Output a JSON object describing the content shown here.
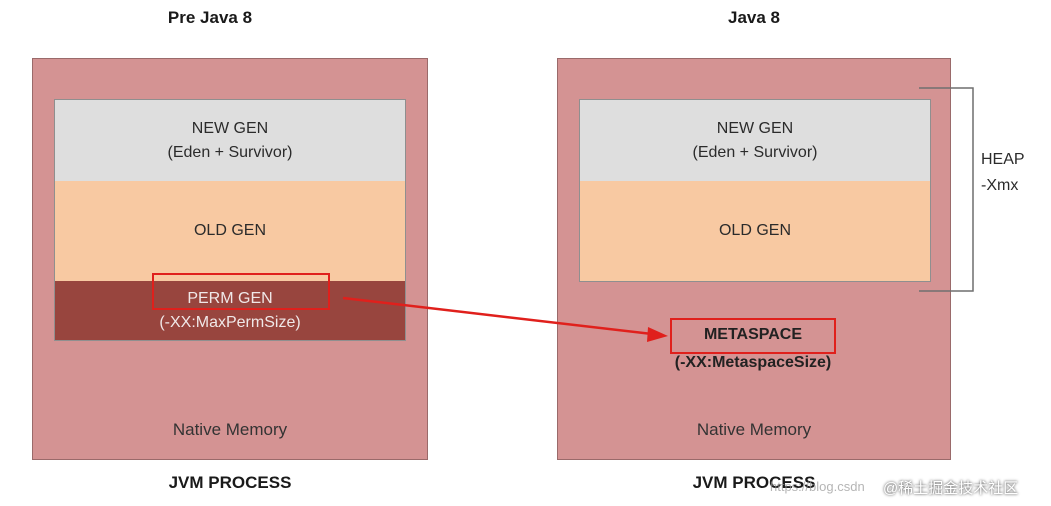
{
  "left": {
    "title": "Pre Java 8",
    "new_gen": {
      "line1": "NEW GEN",
      "line2": "(Eden + Survivor)"
    },
    "old_gen": "OLD GEN",
    "perm_gen": {
      "line1": "PERM GEN",
      "line2": "(-XX:MaxPermSize)"
    },
    "native_memory": "Native Memory",
    "process_label": "JVM PROCESS"
  },
  "right": {
    "title": "Java 8",
    "new_gen": {
      "line1": "NEW GEN",
      "line2": "(Eden + Survivor)"
    },
    "old_gen": "OLD GEN",
    "metaspace": {
      "line1": "METASPACE",
      "line2": "(-XX:MetaspaceSize)"
    },
    "native_memory": "Native Memory",
    "process_label": "JVM PROCESS",
    "heap": {
      "line1": "HEAP",
      "line2": "-Xmx"
    }
  },
  "watermark": {
    "url": "https://blog.csdn",
    "brand": "@稀土掘金技术社区"
  },
  "colors": {
    "jvm_process": "#d49393",
    "new_gen": "#dedede",
    "old_gen": "#f8c9a2",
    "perm_gen": "#98453e",
    "highlight": "#e0201c"
  }
}
